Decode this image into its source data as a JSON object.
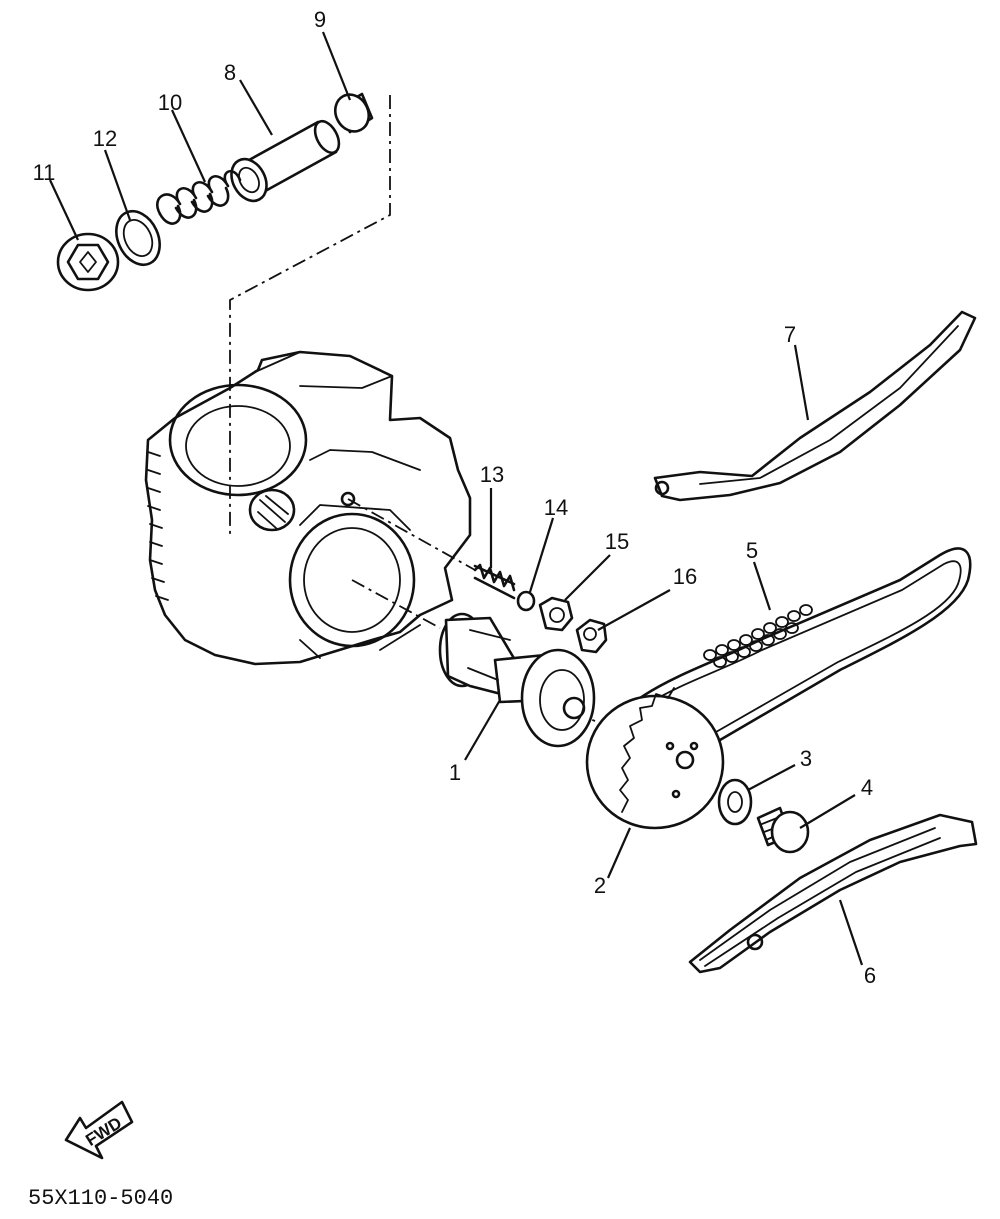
{
  "labels": [
    "1",
    "2",
    "3",
    "4",
    "5",
    "6",
    "7",
    "8",
    "9",
    "10",
    "11",
    "12",
    "13",
    "14",
    "15",
    "16"
  ],
  "direction_marker": {
    "text": "FWD",
    "icon": "fwd-arrow-icon"
  },
  "figure_code": "55X110-5040"
}
